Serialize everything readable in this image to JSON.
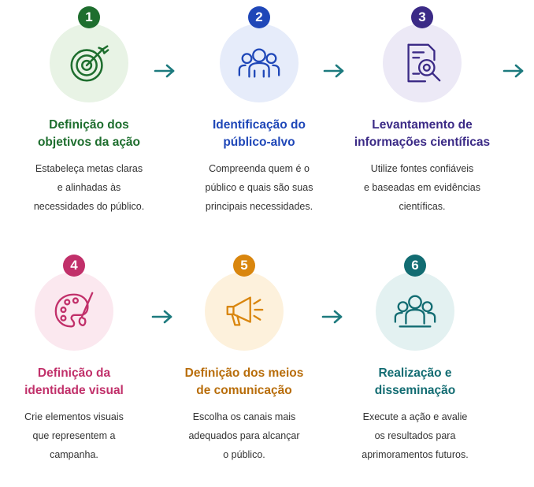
{
  "colors": {
    "step1": "#1e6e2e",
    "step1_bg": "#e8f3e5",
    "step2": "#1f47b8",
    "step2_bg": "#e6ecfa",
    "step3": "#3b2a86",
    "step3_bg": "#ece9f6",
    "step4": "#c1306a",
    "step4_bg": "#fbe8ef",
    "step5": "#d9860e",
    "step5_bg": "#fdf1dc",
    "step6": "#126c72",
    "step6_bg": "#e3f1f1",
    "arrow": "#1d7a7e"
  },
  "steps": [
    {
      "number": "1",
      "icon": "target-icon",
      "title_line1": "Definição dos",
      "title_line2": "objetivos da ação",
      "desc_line1": "Estabeleça metas claras",
      "desc_line2": "e alinhadas às",
      "desc_line3": "necessidades do público."
    },
    {
      "number": "2",
      "icon": "audience-group-icon",
      "title_line1": "Identificação do",
      "title_line2": "público-alvo",
      "desc_line1": "Compreenda quem é o",
      "desc_line2": "público e quais são suas",
      "desc_line3": "principais necessidades."
    },
    {
      "number": "3",
      "icon": "document-search-icon",
      "title_line1": "Levantamento de",
      "title_line2": "informações científicas",
      "desc_line1": "Utilize fontes confiáveis",
      "desc_line2": "e baseadas em evidências",
      "desc_line3": "científicas."
    },
    {
      "number": "4",
      "icon": "palette-brush-icon",
      "title_line1": "Definição da",
      "title_line2": "identidade visual",
      "desc_line1": "Crie elementos visuais",
      "desc_line2": "que representem a",
      "desc_line3": "campanha."
    },
    {
      "number": "5",
      "icon": "megaphone-icon",
      "title_line1": "Definição dos meios",
      "title_line2": "de comunicação",
      "desc_line1": "Escolha os canais mais",
      "desc_line2": "adequados para alcançar",
      "desc_line3": "o público."
    },
    {
      "number": "6",
      "icon": "people-group-icon",
      "title_line1": "Realização e",
      "title_line2": "disseminação",
      "desc_line1": "Execute a ação e avalie",
      "desc_line2": "os resultados para",
      "desc_line3": "aprimoramentos futuros."
    }
  ]
}
